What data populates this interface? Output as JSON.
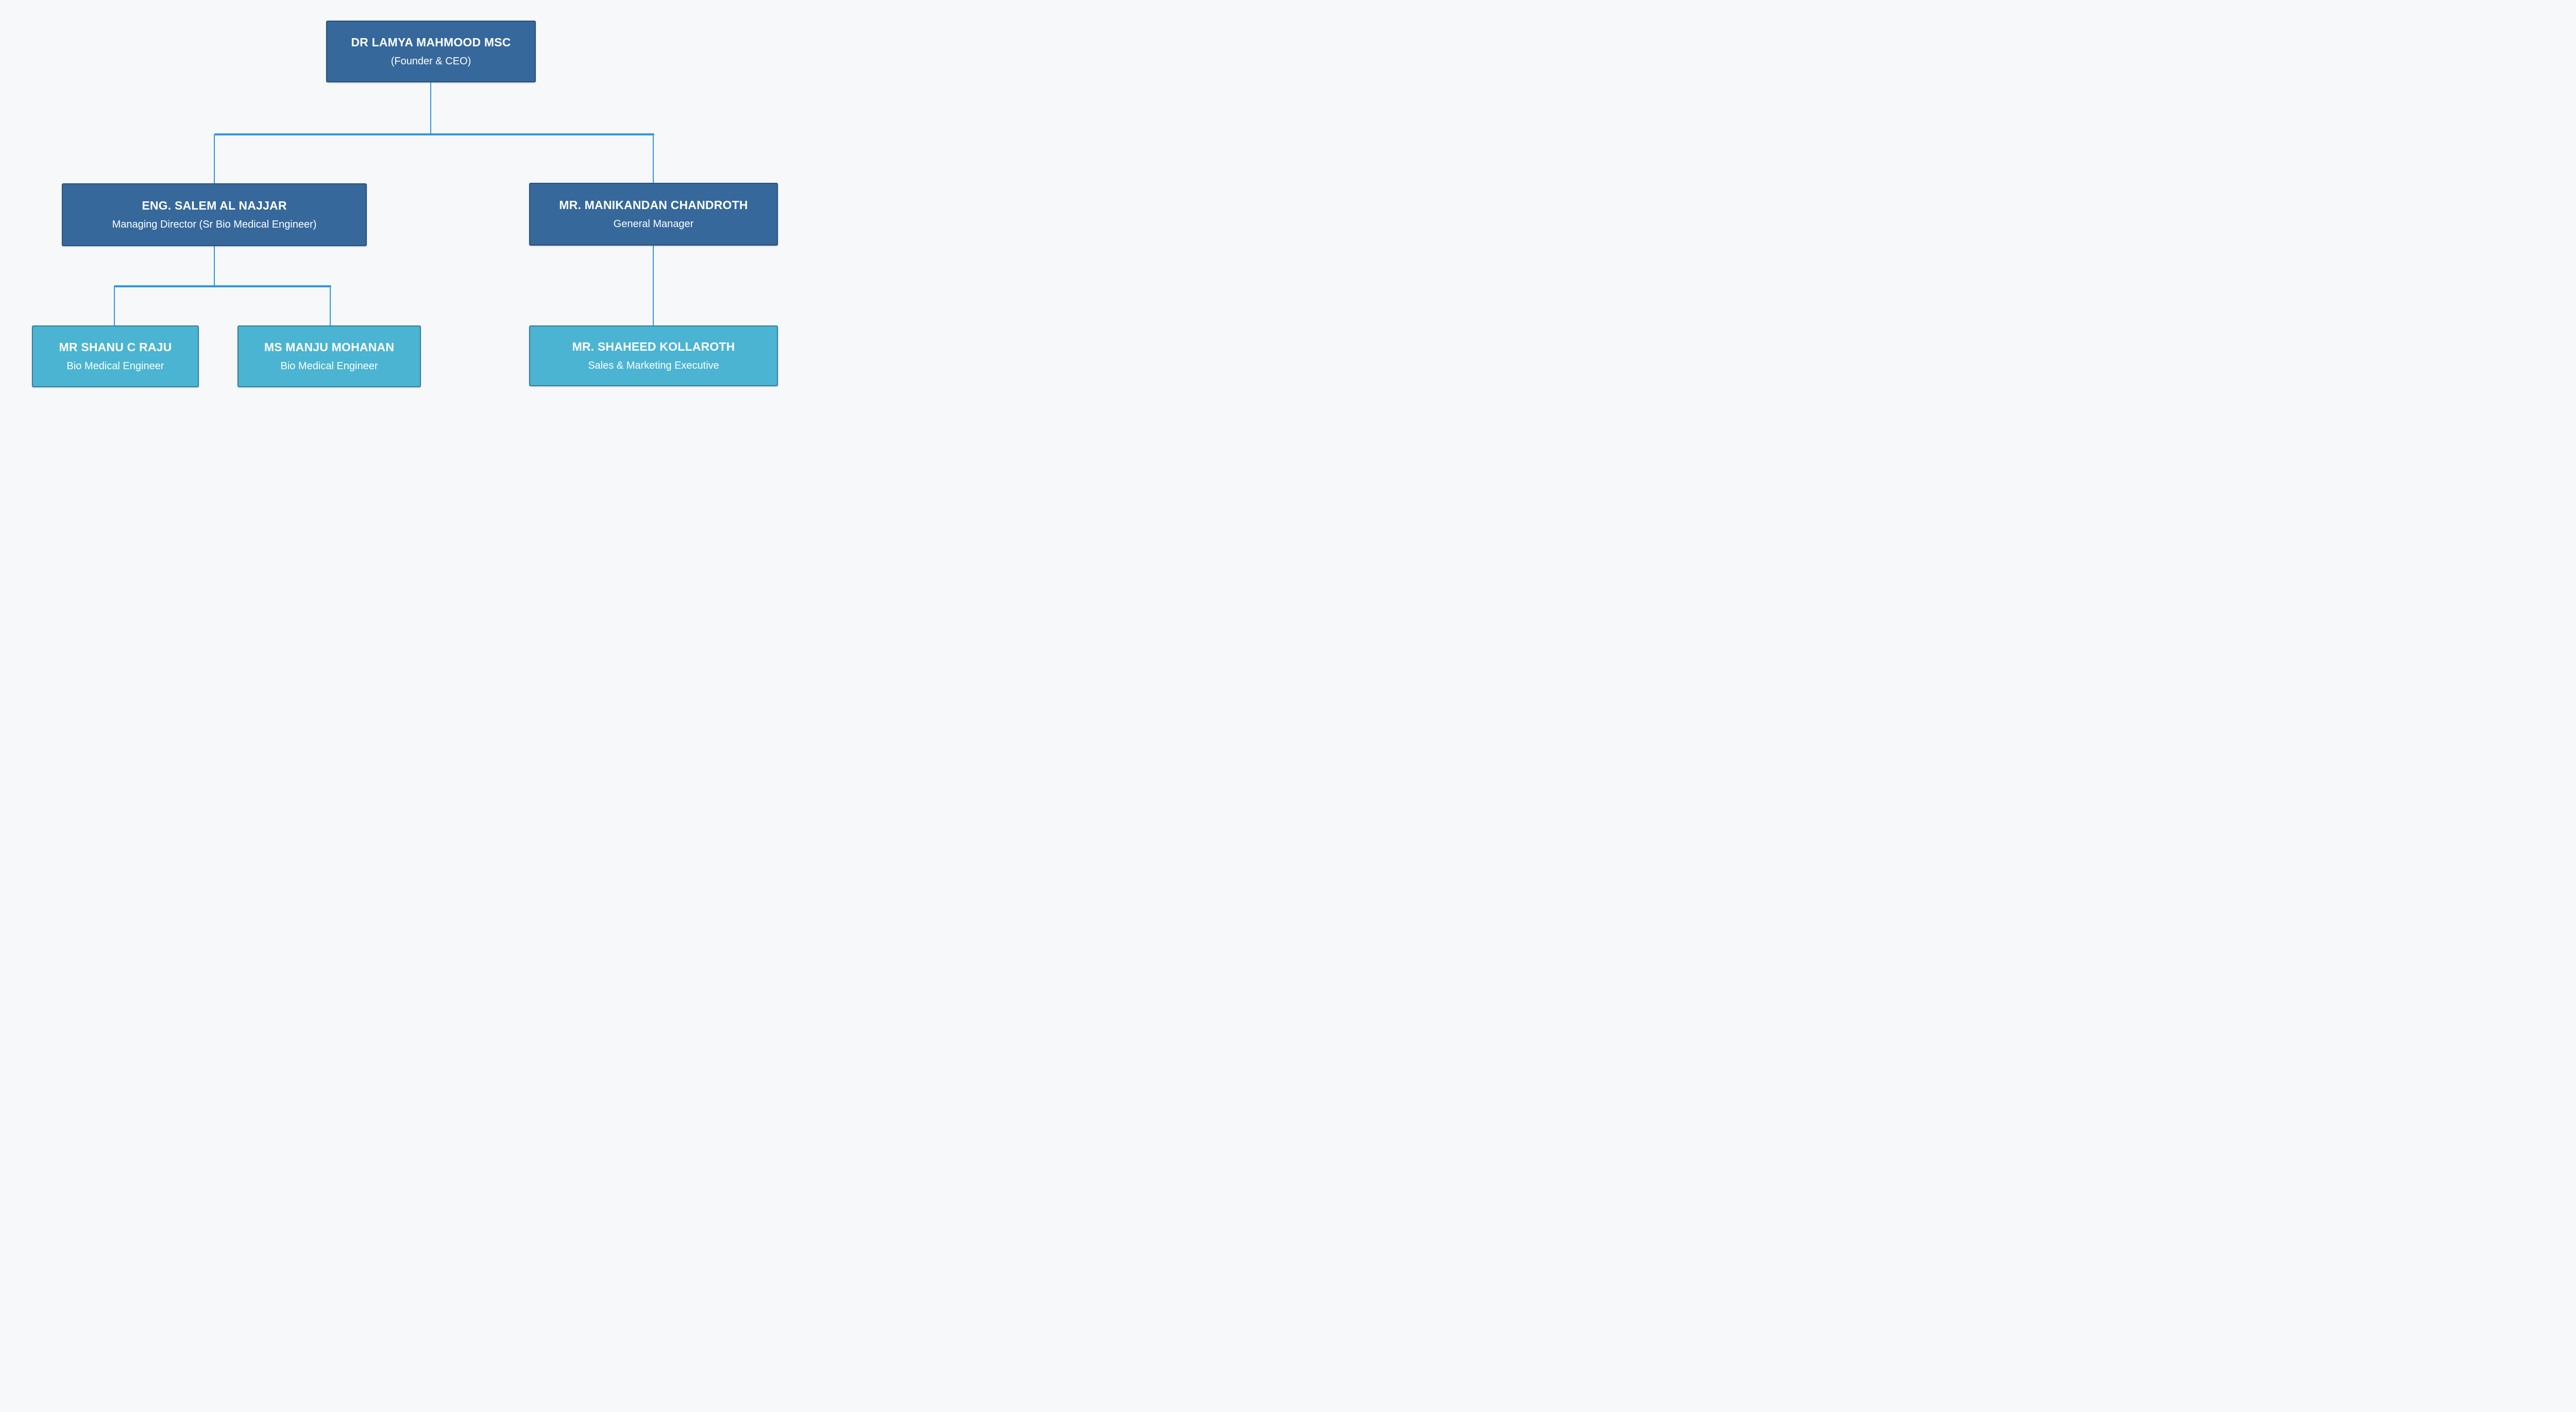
{
  "page": {
    "background_color": "#f7f8fa"
  },
  "org_chart": {
    "type": "org-chart",
    "colors": {
      "dark_fill": "#36689b",
      "dark_border": "#27527c",
      "light_fill": "#4bb4d2",
      "light_border": "#357e9d",
      "connector": "#2f97e4",
      "text": "#ffffff",
      "bg": "#f7f8fa"
    },
    "nodes": [
      {
        "id": "ceo",
        "name": "DR LAMYA MAHMOOD MSC",
        "role": "(Founder & CEO)",
        "level": "dark"
      },
      {
        "id": "md",
        "name": "ENG. SALEM AL NAJJAR",
        "role": "Managing Director (Sr Bio Medical Engineer)",
        "level": "dark"
      },
      {
        "id": "gm",
        "name": "MR. MANIKANDAN CHANDROTH",
        "role": "General Manager",
        "level": "dark"
      },
      {
        "id": "bme1",
        "name": "MR SHANU C RAJU",
        "role": "Bio Medical Engineer",
        "level": "light"
      },
      {
        "id": "bme2",
        "name": "MS MANJU MOHANAN",
        "role": "Bio Medical Engineer",
        "level": "light"
      },
      {
        "id": "sme",
        "name": "MR. SHAHEED KOLLAROTH",
        "role": "Sales & Marketing Executive",
        "level": "light"
      }
    ],
    "edges": [
      {
        "from": "ceo",
        "to": "md"
      },
      {
        "from": "ceo",
        "to": "gm"
      },
      {
        "from": "md",
        "to": "bme1"
      },
      {
        "from": "md",
        "to": "bme2"
      },
      {
        "from": "gm",
        "to": "sme"
      }
    ]
  }
}
